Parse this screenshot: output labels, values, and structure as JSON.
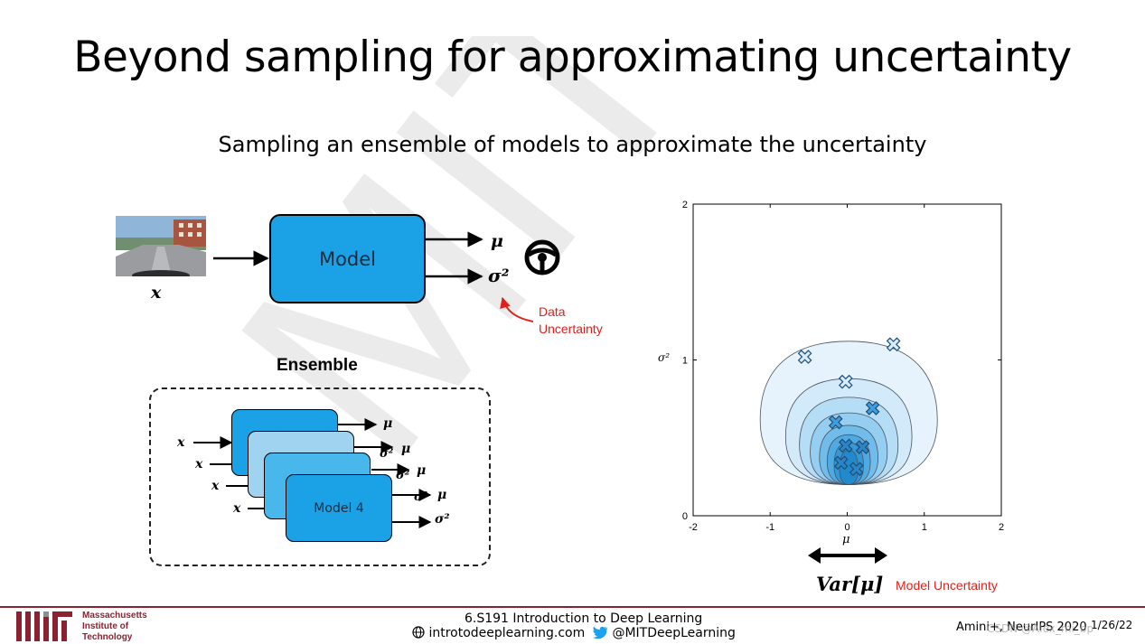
{
  "title": "Beyond sampling for approximating uncertainty",
  "subtitle": "Sampling an ensemble of models to approximate the uncertainty",
  "watermark": "MIT 6.S191",
  "top_diagram": {
    "input_label": "x",
    "model_label": "Model",
    "output_mu": "μ",
    "output_sigma": "σ²",
    "data_uncertainty_line1": "Data",
    "data_uncertainty_line2": "Uncertainty"
  },
  "ensemble": {
    "title": "Ensemble",
    "input_label": "x",
    "model4_label": "Model 4",
    "output_mu": "μ",
    "output_sigma": "σ²"
  },
  "plot": {
    "ylabel": "σ²",
    "xlabel": "μ",
    "model_uncertainty_formula": "Var[μ]",
    "model_uncertainty_label": "Model Uncertainty"
  },
  "chart_data": {
    "type": "scatter",
    "xlim": [
      -2,
      2
    ],
    "ylim": [
      0,
      2
    ],
    "xticks": [
      "-2",
      "-1",
      "0",
      "1",
      "2"
    ],
    "yticks": [
      "0",
      "1",
      "2"
    ],
    "points": [
      {
        "x": -0.55,
        "y": 1.02
      },
      {
        "x": 0.6,
        "y": 1.1
      },
      {
        "x": -0.02,
        "y": 0.86
      },
      {
        "x": 0.33,
        "y": 0.69
      },
      {
        "x": -0.15,
        "y": 0.6
      },
      {
        "x": -0.02,
        "y": 0.45
      },
      {
        "x": 0.2,
        "y": 0.44
      },
      {
        "x": -0.08,
        "y": 0.34
      },
      {
        "x": 0.12,
        "y": 0.3
      }
    ],
    "colors": {
      "contour_outer": "#e3f1fb",
      "contour_inner": "#1f8fd0",
      "contour_edge": "#4a5560"
    }
  },
  "footer": {
    "mit_line1": "Massachusetts",
    "mit_line2": "Institute of",
    "mit_line3": "Technology",
    "course": "6.S191 Introduction to Deep Learning",
    "website": "introtodeeplearning.com",
    "twitter": "@MITDeepLearning",
    "reference": "Amini+, NeurIPS 2020",
    "date": "1/26/22",
    "overlay": "CSDN @Alex_mi_bp"
  },
  "colors": {
    "model_box": "#1aa1e6",
    "mit_red": "#8a2232",
    "annotation_red": "#e0201b"
  }
}
